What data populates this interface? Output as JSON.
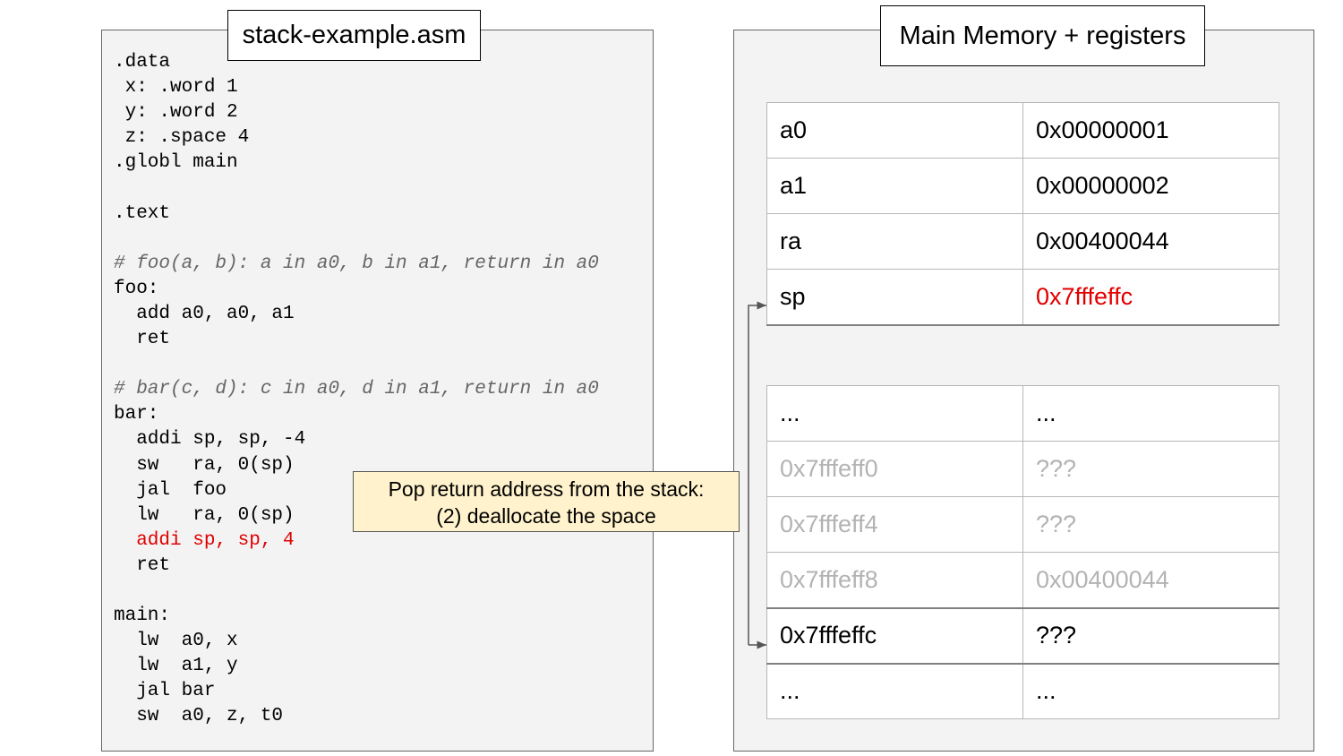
{
  "code_panel": {
    "title": "stack-example.asm",
    "lines": [
      ".data",
      " x: .word 1",
      " y: .word 2",
      " z: .space 4",
      ".globl main",
      "",
      ".text",
      "",
      "# foo(a, b): a in a0, b in a1, return in a0",
      "foo:",
      "  add a0, a0, a1",
      "  ret",
      "",
      "# bar(c, d): c in a0, d in a1, return in a0",
      "bar:",
      "  addi sp, sp, -4",
      "  sw   ra, 0(sp)",
      "  jal  foo",
      "  lw   ra, 0(sp)",
      "  addi sp, sp, 4",
      "  ret",
      "",
      "main:",
      "  lw  a0, x",
      "  lw  a1, y",
      "  jal bar",
      "  sw  a0, z, t0"
    ],
    "comment_line_indices": [
      8,
      13
    ],
    "highlight_line_index": 19
  },
  "callout": {
    "line1": "Pop return address from the stack:",
    "line2": "(2) deallocate the space"
  },
  "memory_panel": {
    "title": "Main Memory + registers",
    "registers": [
      {
        "name": "a0",
        "value": "0x00000001"
      },
      {
        "name": "a1",
        "value": "0x00000002"
      },
      {
        "name": "ra",
        "value": "0x00400044"
      },
      {
        "name": "sp",
        "value": "0x7fffeffc",
        "highlight": true
      }
    ],
    "stack": [
      {
        "address": "...",
        "value": "..."
      },
      {
        "address": "0x7fffeff0",
        "value": "???",
        "dim": true
      },
      {
        "address": "0x7fffeff4",
        "value": "???",
        "dim": true
      },
      {
        "address": "0x7fffeff8",
        "value": "0x00400044",
        "dim": true
      },
      {
        "address": "0x7fffeffc",
        "value": "???",
        "pointed_by_sp": true
      },
      {
        "address": "...",
        "value": "..."
      }
    ]
  },
  "colors": {
    "highlight": "#e00000",
    "dim_text": "#b3b3b3",
    "panel_bg": "#f3f3f3",
    "callout_bg": "#fff2cc"
  }
}
